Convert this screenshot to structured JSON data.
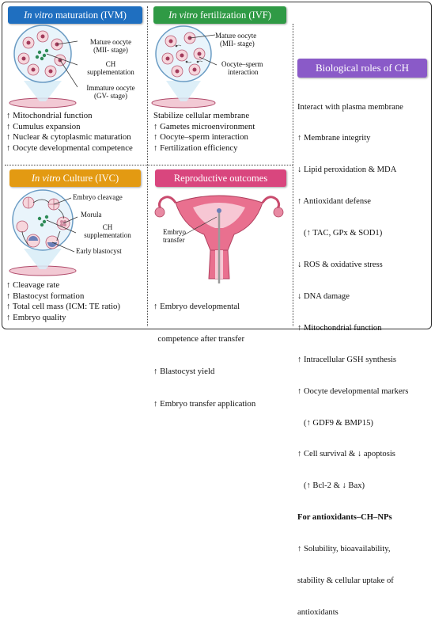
{
  "ivm": {
    "title_italic": "In vitro",
    "title_rest": " maturation (IVM)",
    "labels": {
      "mature_line1": "Mature oocyte",
      "mature_line2": "(MII- stage)",
      "ch_line1": "CH",
      "ch_line2": "supplementation",
      "immature_line1": "Immature oocyte",
      "immature_line2": "(GV- stage)"
    },
    "items": [
      "↑ Mitochondrial function",
      "↑ Cumulus expansion",
      "↑ Nuclear & cytoplasmic maturation",
      "↑ Oocyte developmental competence"
    ]
  },
  "ivf": {
    "title_italic": "In vitro",
    "title_rest": " fertilization (IVF)",
    "labels": {
      "mature_line1": "Mature oocyte",
      "mature_line2": "(MII- stage)",
      "interaction_line1": "Oocyte–sperm",
      "interaction_line2": "interaction"
    },
    "items": [
      "Stabilize cellular membrane",
      "↑ Gametes microenvironment",
      "↑ Oocyte–sperm interaction",
      "↑ Fertilization efficiency"
    ]
  },
  "ivc": {
    "title_italic": "In vitro",
    "title_rest": " Culture (IVC)",
    "labels": {
      "cleavage": "Embryo cleavage",
      "morula": "Morula",
      "ch_line1": "CH",
      "ch_line2": "supplementation",
      "blastocyst": "Early blastocyst"
    },
    "items": [
      "↑ Cleavage rate",
      "↑ Blastocyst formation",
      "↑ Total cell mass (ICM: TE ratio)",
      "↑ Embryo quality"
    ]
  },
  "repro": {
    "title": "Reproductive outcomes",
    "labels": {
      "transfer_line1": "Embryo",
      "transfer_line2": "transfer"
    },
    "items": [
      "↑ Embryo developmental",
      "  competence after transfer",
      "↑ Blastocyst yield",
      "↑ Embryo transfer application"
    ]
  },
  "bio": {
    "title": "Biological roles of CH",
    "items": [
      "Interact with plasma membrane",
      "↑ Membrane integrity",
      "↓ Lipid peroxidation & MDA",
      "↑ Antioxidant defense",
      "   (↑ TAC, GPx & SOD1)",
      "↓ ROS & oxidative stress",
      "↓ DNA damage",
      "↑ Mitochondrial function",
      "↑ Intracellular GSH synthesis",
      "↑ Oocyte developmental markers",
      "   (↑ GDF9 & BMP15)",
      "↑ Cell survival & ↓ apoptosis",
      "   (↑ Bcl-2 & ↓ Bax)"
    ],
    "np_title": "For antioxidants–CH–NPs",
    "np_items": [
      "↑ Solubility, bioavailability,",
      "stability & cellular uptake of",
      "antioxidants"
    ]
  },
  "colors": {
    "ivm_header": "#1f6fc0",
    "ivf_header": "#2f9a45",
    "ivc_header": "#e39a12",
    "repro_header": "#d9467e",
    "bio_header": "#8a5ac8",
    "dish_fill": "#f2c9d4",
    "oocyte_fill": "#f6d6dc",
    "ch_fill": "#6fa8d8"
  }
}
